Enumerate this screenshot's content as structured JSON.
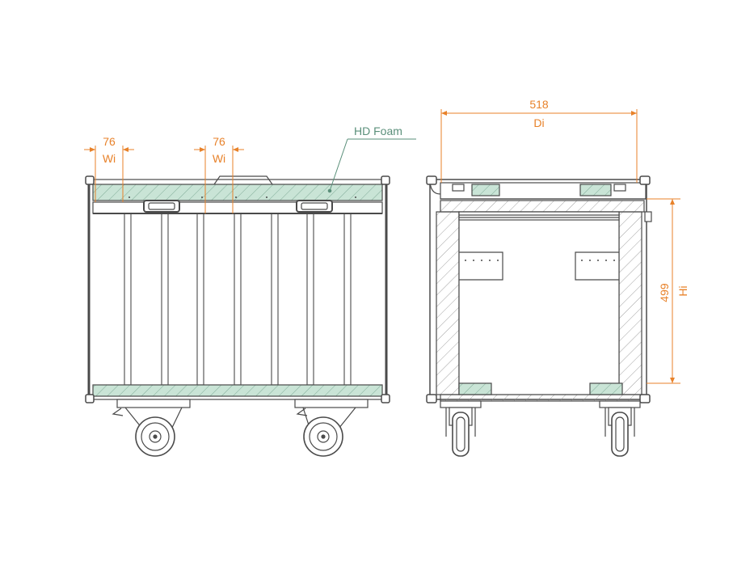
{
  "colors": {
    "dimension": "#e8822a",
    "foam_label": "#5a8f7a",
    "foam_fill": "#c9e4d6",
    "line": "#4a4a4a",
    "hatch": "#7a7a7a"
  },
  "labels": {
    "foam": "HD Foam",
    "wall_left_value": "76",
    "wall_left_symbol": "Wi",
    "wall_mid_value": "76",
    "wall_mid_symbol": "Wi",
    "depth_value": "518",
    "depth_symbol": "Di",
    "height_value": "499",
    "height_symbol": "Hi"
  }
}
